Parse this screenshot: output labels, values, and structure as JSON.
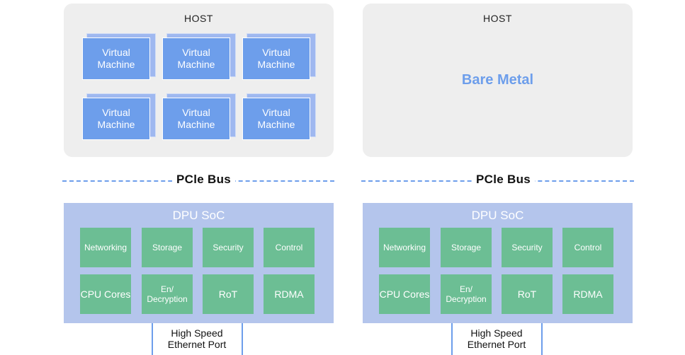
{
  "panels": [
    {
      "host_title": "HOST",
      "vms": [
        "Virtual Machine",
        "Virtual Machine",
        "Virtual Machine",
        "Virtual Machine",
        "Virtual Machine",
        "Virtual Machine"
      ],
      "bus_label": "PCle Bus",
      "dpu_title": "DPU SoC",
      "blocks": [
        "Networking",
        "Storage",
        "Security",
        "Control",
        "CPU Cores",
        "En/ Decryption",
        "RoT",
        "RDMA"
      ],
      "port_label": "High Speed Ethernet Port"
    },
    {
      "host_title": "HOST",
      "bare_metal": "Bare Metal",
      "bus_label": "PCle Bus",
      "dpu_title": "DPU SoC",
      "blocks": [
        "Networking",
        "Storage",
        "Security",
        "Control",
        "CPU Cores",
        "En/ Decryption",
        "RoT",
        "RDMA"
      ],
      "port_label": "High Speed Ethernet Port"
    }
  ],
  "colors": {
    "host_bg": "#eeeeee",
    "vm_blue": "#6d9eeb",
    "dpu_bg": "#b4c5ec",
    "block_green": "#6cbe94",
    "bus_dash": "#6d9eeb"
  }
}
